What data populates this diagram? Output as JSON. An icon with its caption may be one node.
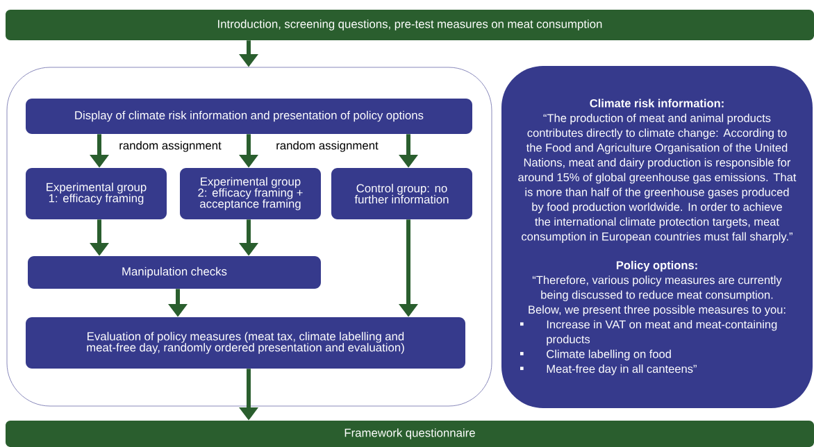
{
  "diagram": {
    "nodes": [
      {
        "text": [
          "Introduction, screening questions, pre-test measures on meat consumption"
        ]
      },
      {
        "text": [],
        "shape": "box"
      },
      {
        "text": [
          "Display of climate risk information and presentation of policy options"
        ],
        "in": 1
      },
      {
        "text": [
          "Experimental group 1: efficacy framing"
        ],
        "in": 1
      },
      {
        "text": [
          "Experimental group 2: efficacy framing + acceptance framing"
        ],
        "in": 1
      },
      {
        "text": [
          "Control group: no further information"
        ],
        "in": 1
      },
      {
        "text": [
          "Manipulation checks"
        ],
        "in": 1
      },
      {
        "text": [
          "Evaluation of policy measures (meat tax, climate labelling and meat-free day, randomly ordered presentation and evaluation)"
        ],
        "in": 1
      },
      {
        "text": [
          "Climate risk information:",
          "“The production of meat and animal products contributes directly to climate change: According to the Food and Agriculture Organisation of the United Nations, meat and dairy production is responsible for around 15% of global greenhouse gas emissions. That is more than half of the greenhouse gases produced by food production worldwide. In order to achieve the international climate protection targets, meat consumption in European countries must fall sharply.”",
          "Policy options:",
          "“Therefore, various policy measures are currently being discussed to reduce meat consumption. Below, we present three possible measures to you:",
          "Increase in VAT on meat and meat-containing products",
          "Climate labelling on food",
          "Meat-free day in all canteens”"
        ]
      },
      {
        "text": [
          "Framework questionnaire"
        ]
      }
    ],
    "edges": [
      {
        "from": 0,
        "to": 1,
        "arrow": "to"
      },
      {
        "from": 2,
        "to": 3,
        "arrow": "to"
      },
      {
        "from": 2,
        "to": 4,
        "arrow": "to"
      },
      {
        "from": 2,
        "to": 5,
        "arrow": "to"
      },
      {
        "from": 3,
        "to": 6,
        "arrow": "to"
      },
      {
        "from": 4,
        "to": 6,
        "arrow": "to"
      },
      {
        "from": 6,
        "to": 7,
        "arrow": "to"
      },
      {
        "from": 5,
        "to": 7,
        "arrow": "to"
      },
      {
        "from": 7,
        "to": 9,
        "arrow": "to"
      }
    ],
    "labels": [
      "random assignment",
      "random assignment"
    ]
  }
}
